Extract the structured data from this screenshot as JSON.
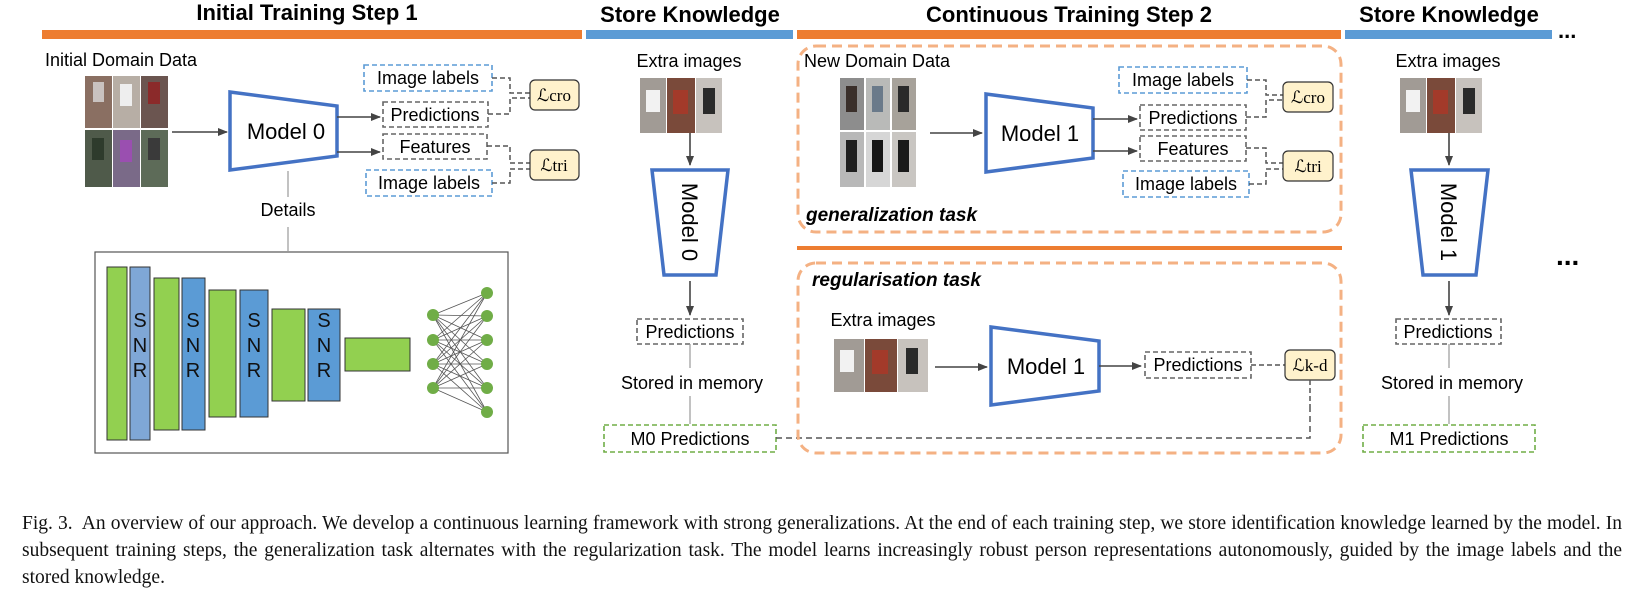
{
  "figure": {
    "sections": {
      "initial_training": "Initial Training Step 1",
      "store_knowledge_1": "Store Knowledge",
      "continuous_training": "Continuous Training Step 2",
      "store_knowledge_2": "Store Knowledge",
      "ellipsis": "..."
    },
    "step1": {
      "data_label": "Initial Domain Data",
      "model": "Model 0",
      "image_labels_top": "Image labels",
      "predictions": "Predictions",
      "features": "Features",
      "image_labels_bottom": "Image labels",
      "loss_cro": "ℒcro",
      "loss_tri": "ℒtri",
      "details": "Details",
      "snr": "SNR"
    },
    "store1": {
      "extra_images": "Extra images",
      "model": "Model 0",
      "predictions": "Predictions",
      "stored": "Stored in memory",
      "memory": "M0 Predictions"
    },
    "step2": {
      "data_label": "New Domain Data",
      "model": "Model 1",
      "image_labels_top": "Image labels",
      "predictions": "Predictions",
      "features": "Features",
      "image_labels_bottom": "Image labels",
      "loss_cro": "ℒcro",
      "loss_tri": "ℒtri",
      "generalization_task": "generalization task",
      "regularisation_task": "regularisation task",
      "extra_images": "Extra images",
      "reg_model": "Model 1",
      "reg_predictions": "Predictions",
      "loss_kd": "ℒk-d"
    },
    "store2": {
      "extra_images": "Extra images",
      "model": "Model 1",
      "predictions": "Predictions",
      "stored": "Stored in memory",
      "memory": "M1 Predictions",
      "ellipsis": "..."
    },
    "colors": {
      "orange": "#ED7D31",
      "blue": "#5B9BD5",
      "model_blue": "#4472C4",
      "green": "#92D050",
      "loss_fill": "#FFF2CC"
    }
  },
  "caption": {
    "label": "Fig. 3.",
    "text": "An overview of our approach. We develop a continuous learning framework with strong generalizations. At the end of each training step, we store identification knowledge learned by the model. In subsequent training steps, the generalization task alternates with the regularization task. The model learns increasingly robust person representations autonomously, guided by the image labels and the stored knowledge."
  }
}
